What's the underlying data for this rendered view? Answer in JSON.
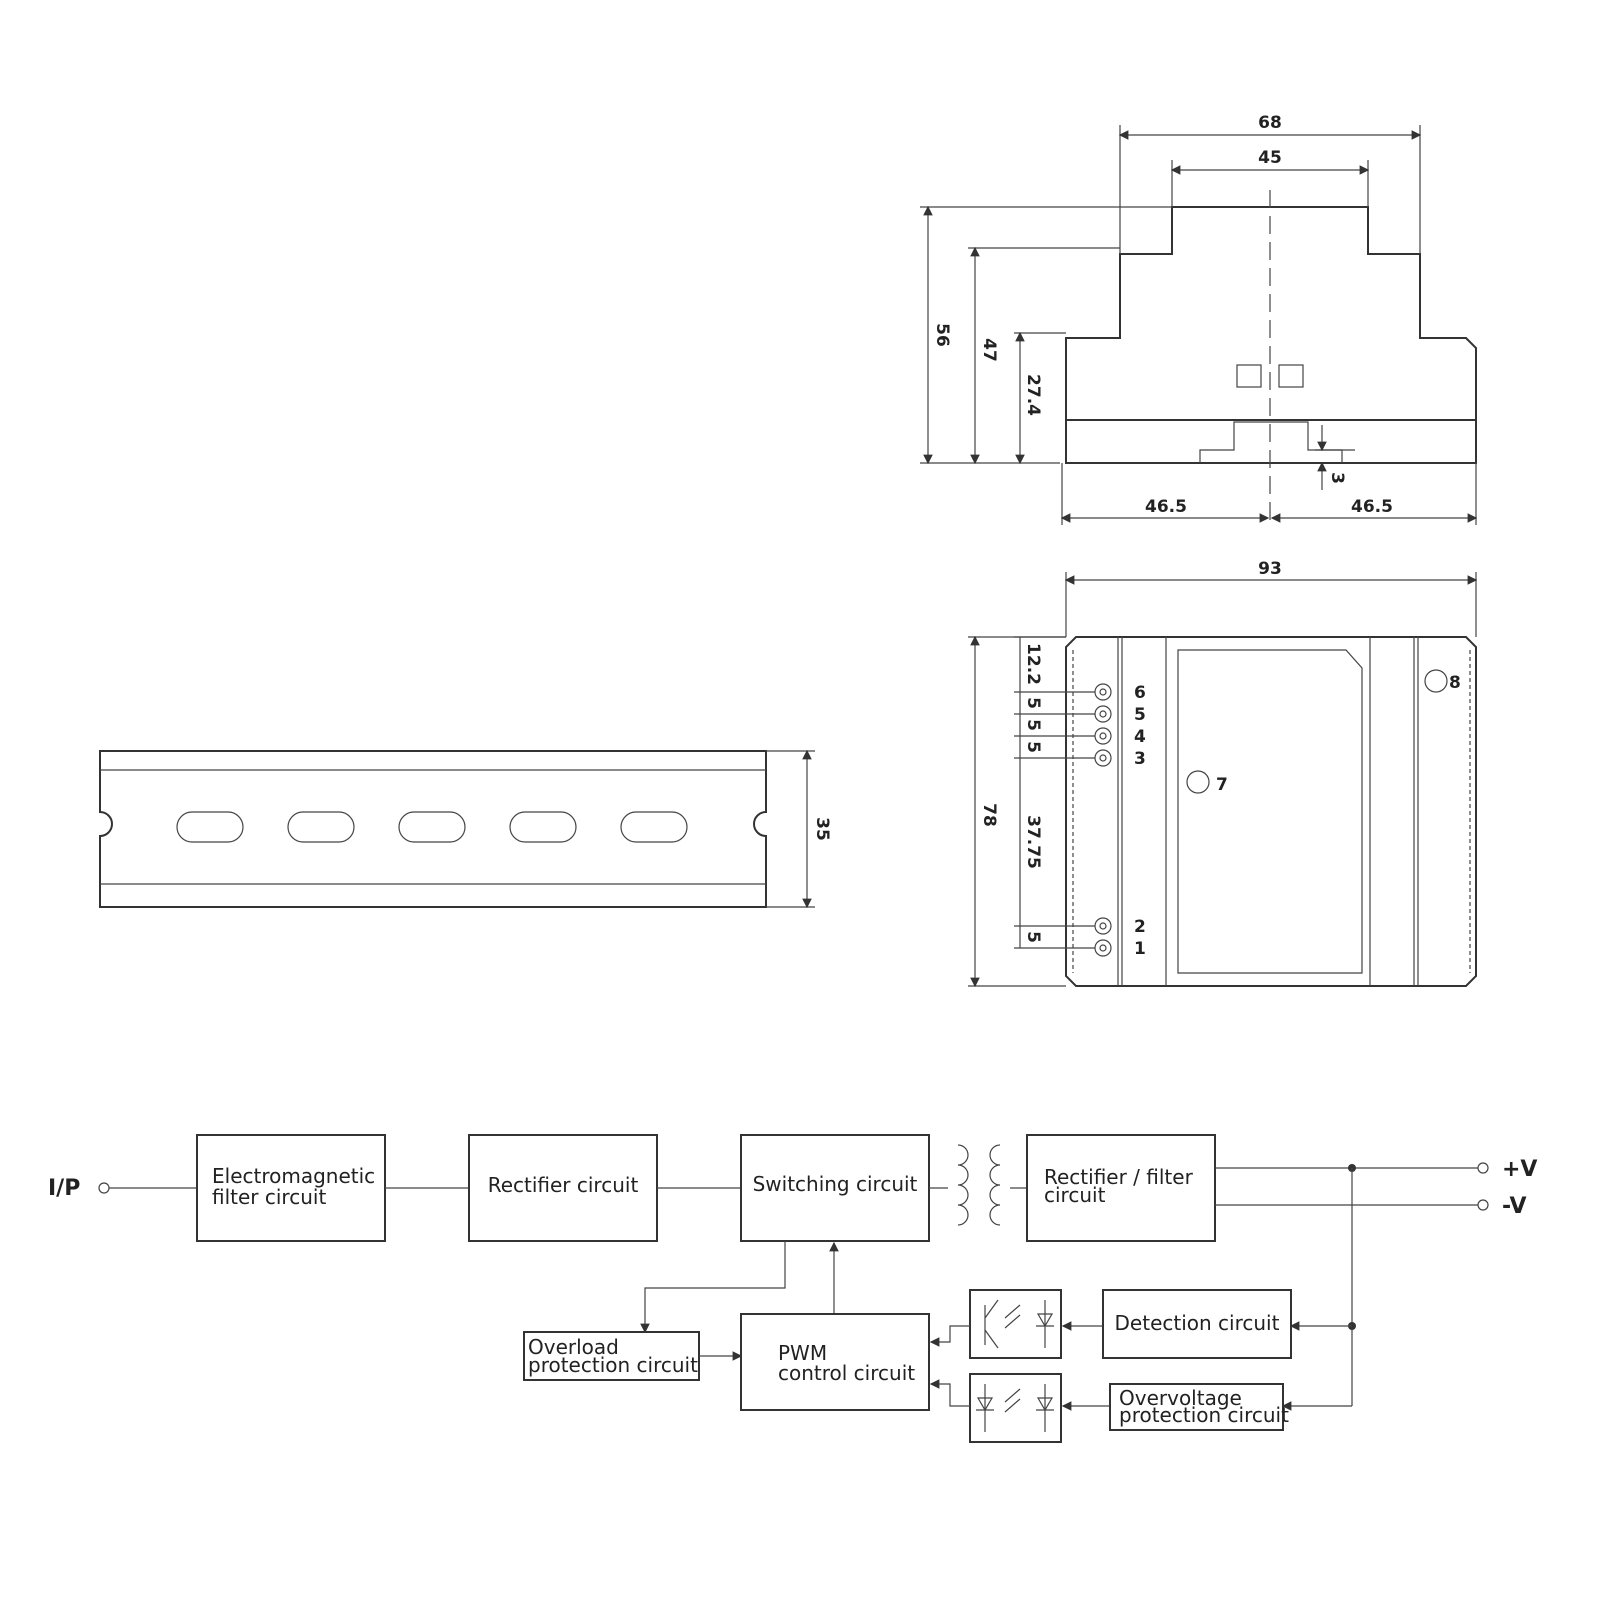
{
  "dimensions": {
    "top_width": "68",
    "top_inner_width": "45",
    "height_total": "56",
    "height_mid": "47",
    "height_low": "27.4",
    "rail_gap": "3",
    "half_left": "46.5",
    "half_right": "46.5",
    "front_width": "93",
    "front_height": "78",
    "pin_offset_top": "12.2",
    "pitch_a": "5",
    "pitch_b": "5",
    "pitch_c": "5",
    "pin_gap": "37.75",
    "pitch_d": "5",
    "rail_height": "35"
  },
  "pins": {
    "p1": "1",
    "p2": "2",
    "p3": "3",
    "p4": "4",
    "p5": "5",
    "p6": "6",
    "p7": "7",
    "p8": "8"
  },
  "block_diagram": {
    "input_label": "I/P",
    "emi_line1": "Electromagnetic",
    "emi_line2": "filter circuit",
    "rectifier": "Rectifier circuit",
    "switching": "Switching circuit",
    "rect_filter_line1": "Rectifier / filter",
    "rect_filter_line2": "circuit",
    "overload_line1": "Overload",
    "overload_line2": "protection circuit",
    "pwm_line1": "PWM",
    "pwm_line2": "control circuit",
    "detection": "Detection circuit",
    "ovp_line1": "Overvoltage",
    "ovp_line2": "protection circuit",
    "out_pos": "+V",
    "out_neg": "-V"
  }
}
